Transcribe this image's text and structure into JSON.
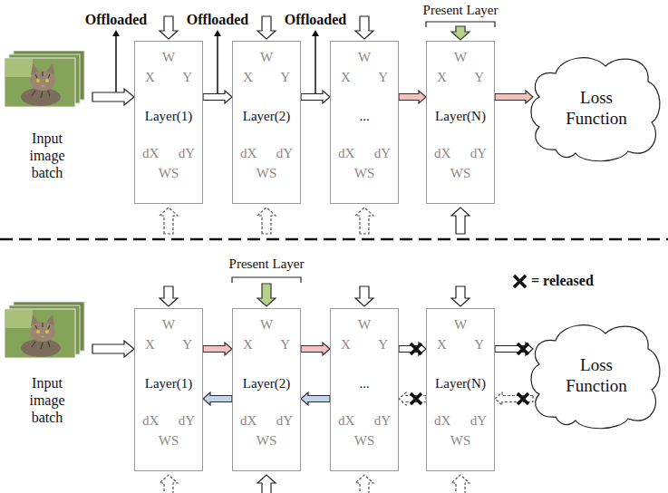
{
  "diagram": {
    "nodes": [
      {
        "text": [
          "Input image batch"
        ]
      },
      {
        "text": [
          "W",
          "X",
          "Y",
          "Layer(1)",
          "dX",
          "dY",
          "WS"
        ]
      },
      {
        "text": [
          "W",
          "X",
          "Y",
          "Layer(2)",
          "dX",
          "dY",
          "WS"
        ]
      },
      {
        "text": [
          "W",
          "X",
          "Y",
          "...",
          "dX",
          "dY",
          "WS"
        ]
      },
      {
        "text": [
          "W",
          "X",
          "Y",
          "Layer(N)",
          "dX",
          "dY",
          "WS"
        ]
      },
      {
        "text": [
          "Loss Function"
        ]
      },
      {
        "text": [
          "Input image batch"
        ]
      },
      {
        "text": [
          "W",
          "X",
          "Y",
          "Layer(1)",
          "dX",
          "dY",
          "WS"
        ]
      },
      {
        "text": [
          "W",
          "X",
          "Y",
          "Layer(2)",
          "dX",
          "dY",
          "WS"
        ]
      },
      {
        "text": [
          "W",
          "X",
          "Y",
          "...",
          "dX",
          "dY",
          "WS"
        ]
      },
      {
        "text": [
          "W",
          "X",
          "Y",
          "Layer(N)",
          "dX",
          "dY",
          "WS"
        ]
      },
      {
        "text": [
          "Loss Function"
        ]
      }
    ],
    "edges": [
      {
        "from": 0,
        "to": 1,
        "arrow": "to"
      },
      {
        "from": 1,
        "to": 2,
        "arrow": "to"
      },
      {
        "from": 2,
        "to": 3,
        "arrow": "to"
      },
      {
        "from": 3,
        "to": 4,
        "arrow": "to"
      },
      {
        "from": 4,
        "to": 5,
        "arrow": "to"
      },
      {
        "from": 6,
        "to": 7,
        "arrow": "to"
      },
      {
        "from": 7,
        "to": 8,
        "arrow": "to"
      },
      {
        "from": 8,
        "to": 9,
        "arrow": "to"
      },
      {
        "from": 9,
        "to": 10,
        "arrow": "to"
      },
      {
        "from": 10,
        "to": 11,
        "arrow": "to"
      },
      {
        "from": 8,
        "to": 7,
        "arrow": "to"
      },
      {
        "from": 9,
        "to": 8,
        "arrow": "to"
      },
      {
        "from": 10,
        "to": 9,
        "arrow": "to"
      },
      {
        "from": 11,
        "to": 10,
        "arrow": "to"
      }
    ],
    "labels": [
      "Offloaded",
      "Offloaded",
      "Offloaded",
      "Present Layer",
      "Present Layer"
    ],
    "legend": [
      {
        "text": "= released"
      }
    ]
  }
}
